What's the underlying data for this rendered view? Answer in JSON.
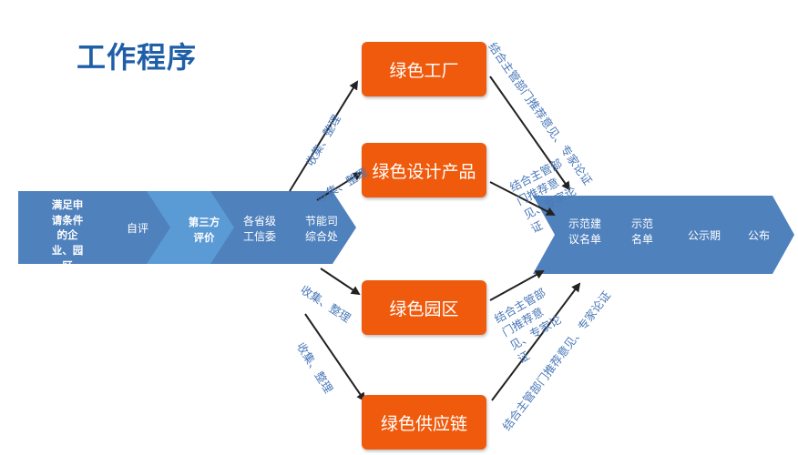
{
  "title": "工作程序",
  "left_chevrons": {
    "c1": "满足申请条件的企业、园区",
    "c2": "自评",
    "c3": "第三方评价",
    "c4": "各省级工信委",
    "c5": "节能司综合处"
  },
  "right_chevrons": {
    "r1": "示范建议名单",
    "r2": "示范名单",
    "r3": "公示期",
    "r4": "公布"
  },
  "boxes": {
    "factory": "绿色工厂",
    "product": "绿色设计产品",
    "park": "绿色园区",
    "supply": "绿色供应链"
  },
  "edge_labels": {
    "collect1": "收集、整理",
    "collect2": "收集、整理",
    "collect3": "收集、整理",
    "collect4": "收集、整理",
    "opinion1": "结合主管部门推荐意见、专家论证",
    "opinion2": "结合主管部门推荐意见、专家论证",
    "opinion3": "结合主管部门推荐意见、专家论证",
    "opinion4": "结合主管部门推荐意见、专家论证"
  },
  "colors": {
    "chevron_blue": "#4f81bd",
    "chevron_light": "#5b9bd5",
    "box_orange": "#ef5a0c",
    "title_blue": "#1f5fa8",
    "label_blue": "#4a78b8",
    "arrow": "#222222"
  }
}
